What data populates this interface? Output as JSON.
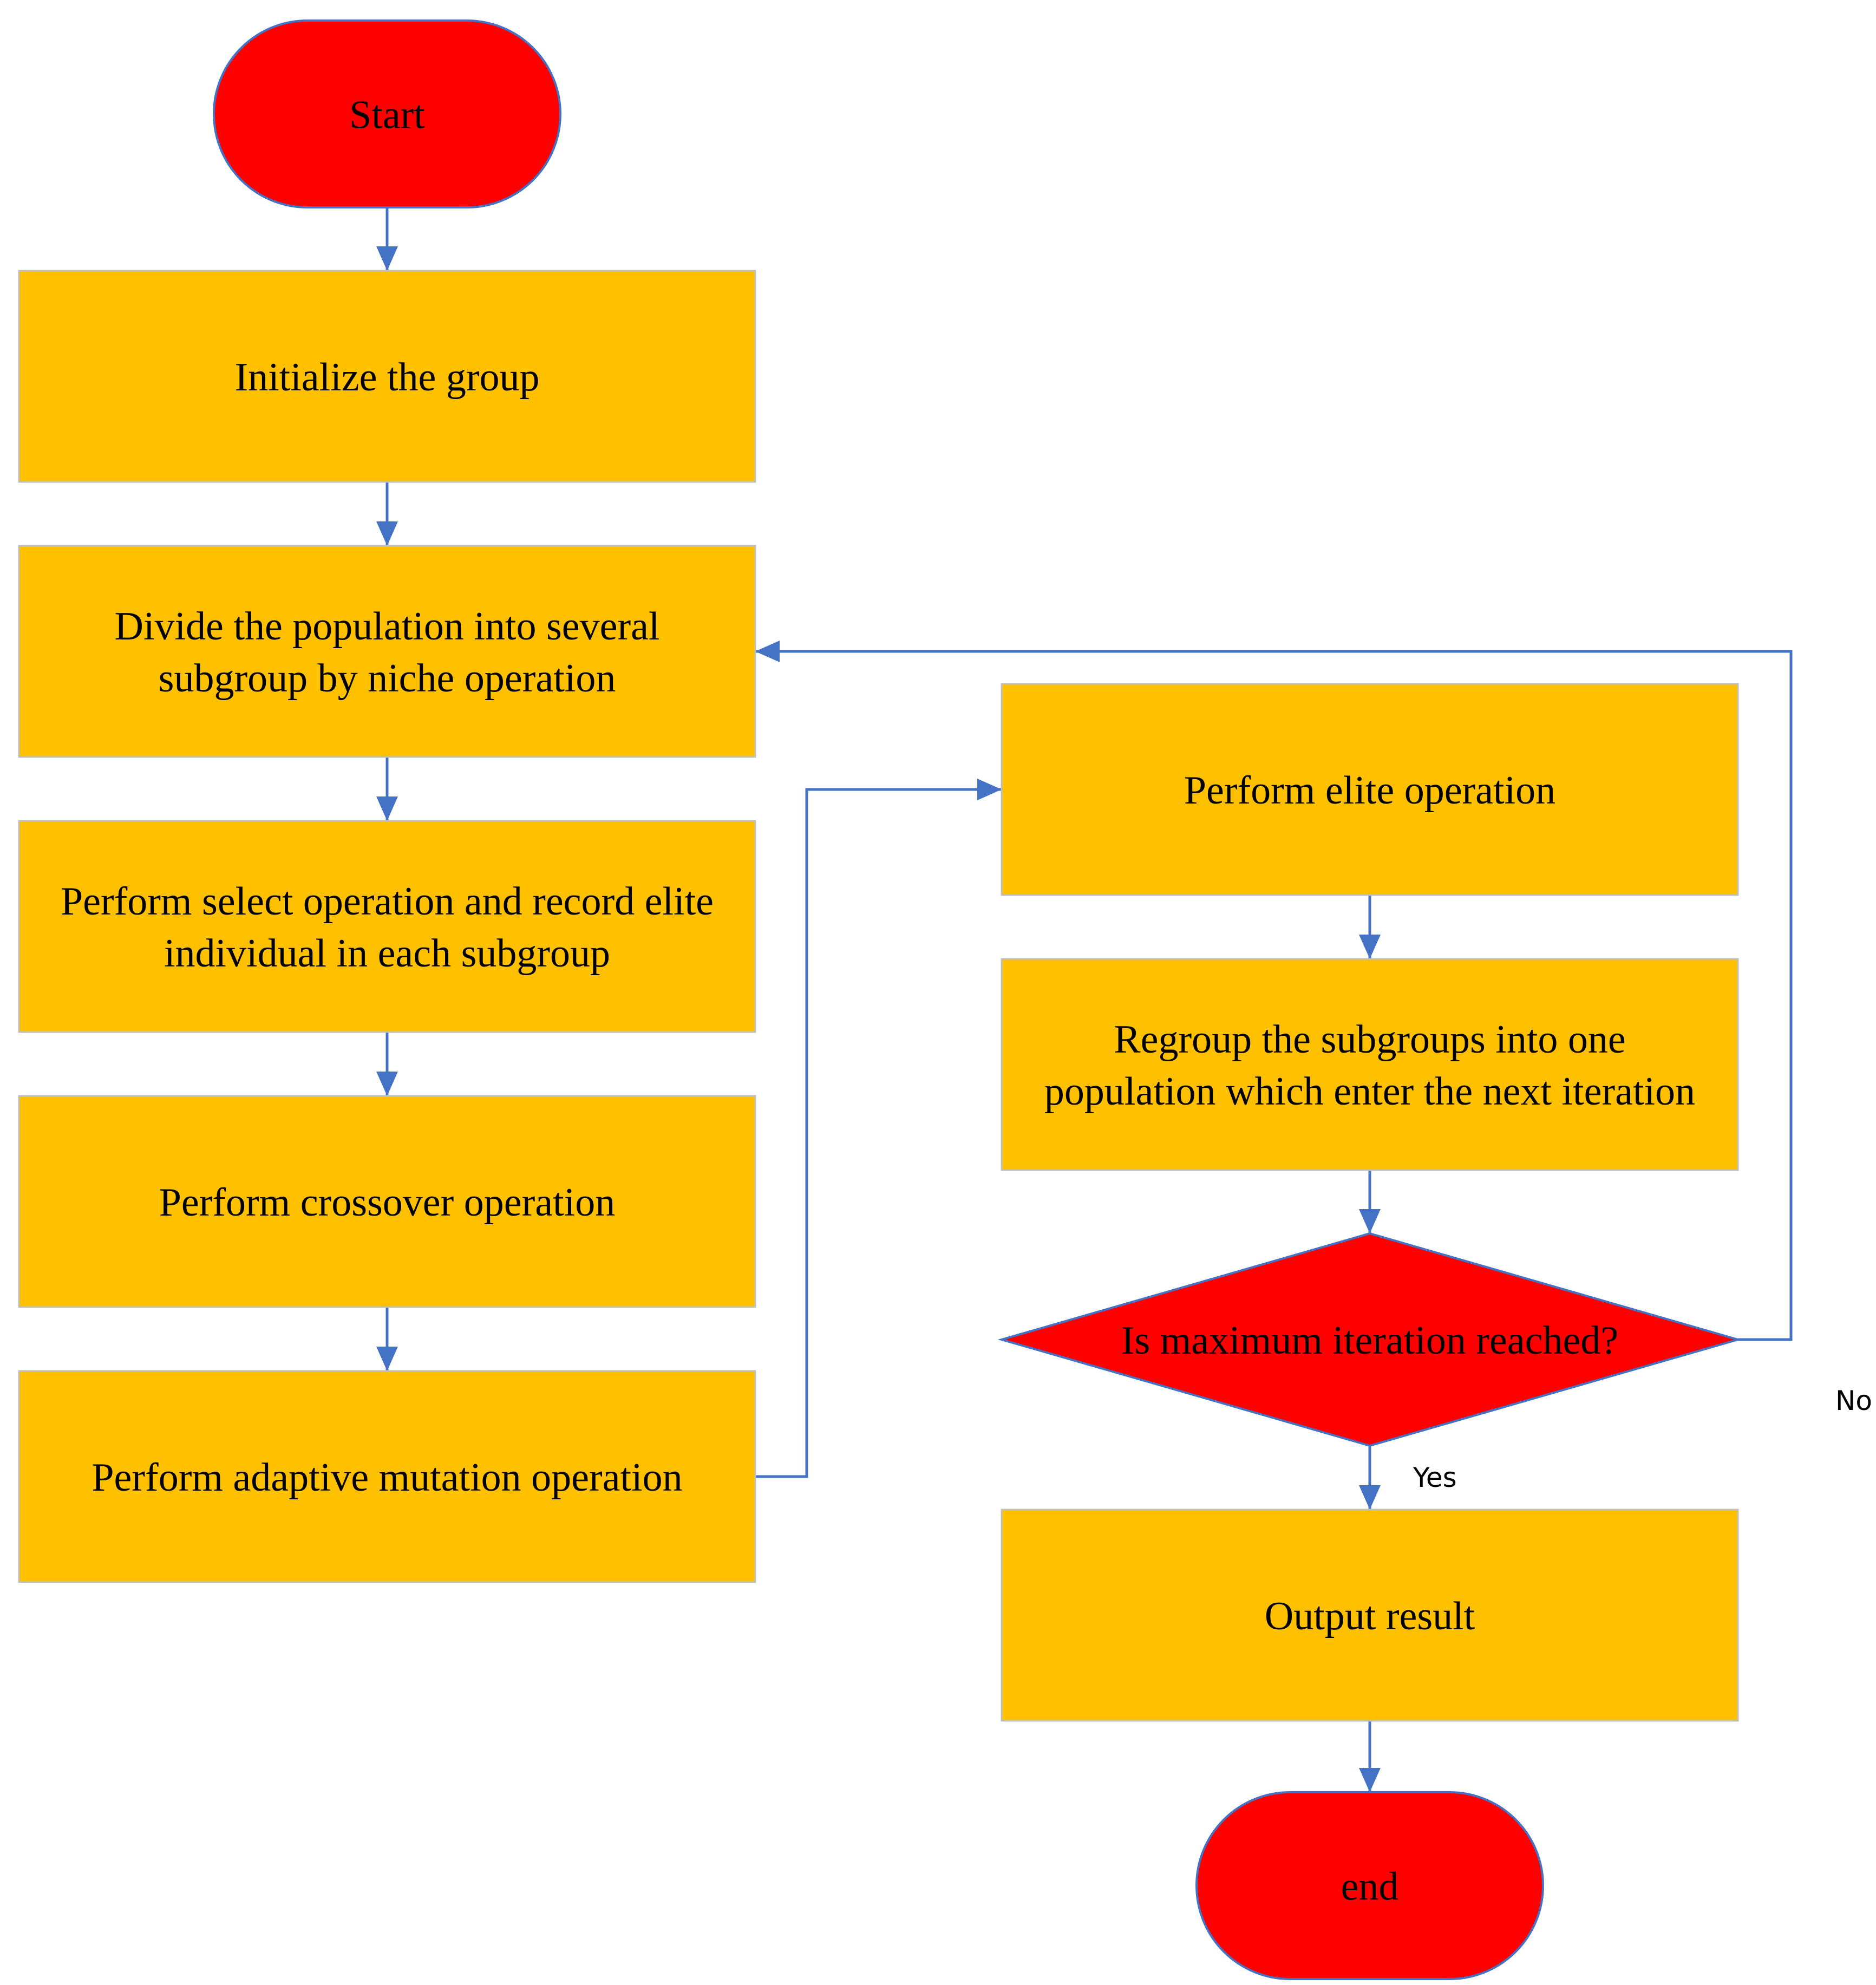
{
  "diagram": {
    "colors": {
      "terminal_fill": "#FF0000",
      "process_fill": "#FFC000",
      "decision_fill": "#FF0000",
      "stroke": "#4472C4",
      "arrow": "#4472C4",
      "text": "#000000"
    },
    "nodes": {
      "start": {
        "shape": "terminal",
        "lines": [
          "Start"
        ]
      },
      "init": {
        "shape": "process",
        "lines": [
          "Initialize the group"
        ]
      },
      "divide": {
        "shape": "process",
        "lines": [
          "Divide the population into several",
          "subgroup by niche operation"
        ]
      },
      "select": {
        "shape": "process",
        "lines": [
          "Perform select operation and record elite",
          "individual in each subgroup"
        ]
      },
      "crossover": {
        "shape": "process",
        "lines": [
          "Perform crossover operation"
        ]
      },
      "mutation": {
        "shape": "process",
        "lines": [
          "Perform adaptive mutation operation"
        ]
      },
      "elite": {
        "shape": "process",
        "lines": [
          "Perform elite operation"
        ]
      },
      "regroup": {
        "shape": "process",
        "lines": [
          "Regroup the subgroups into one",
          "population which enter the next iteration"
        ]
      },
      "decision": {
        "shape": "decision",
        "lines": [
          "Is maximum iteration reached?"
        ]
      },
      "output": {
        "shape": "process",
        "lines": [
          "Output result"
        ]
      },
      "end": {
        "shape": "terminal",
        "lines": [
          "end"
        ]
      }
    },
    "edges": [
      {
        "id": "start-init",
        "from": "start",
        "to": "init",
        "label": ""
      },
      {
        "id": "init-divide",
        "from": "init",
        "to": "divide",
        "label": ""
      },
      {
        "id": "divide-select",
        "from": "divide",
        "to": "select",
        "label": ""
      },
      {
        "id": "select-crossover",
        "from": "select",
        "to": "crossover",
        "label": ""
      },
      {
        "id": "crossover-mutation",
        "from": "crossover",
        "to": "mutation",
        "label": ""
      },
      {
        "id": "mutation-elite",
        "from": "mutation",
        "to": "elite",
        "label": ""
      },
      {
        "id": "elite-regroup",
        "from": "elite",
        "to": "regroup",
        "label": ""
      },
      {
        "id": "regroup-decision",
        "from": "regroup",
        "to": "decision",
        "label": ""
      },
      {
        "id": "decision-output",
        "from": "decision",
        "to": "output",
        "label": "Yes"
      },
      {
        "id": "decision-divide",
        "from": "decision",
        "to": "divide",
        "label": "No"
      },
      {
        "id": "output-end",
        "from": "output",
        "to": "end",
        "label": ""
      }
    ]
  }
}
